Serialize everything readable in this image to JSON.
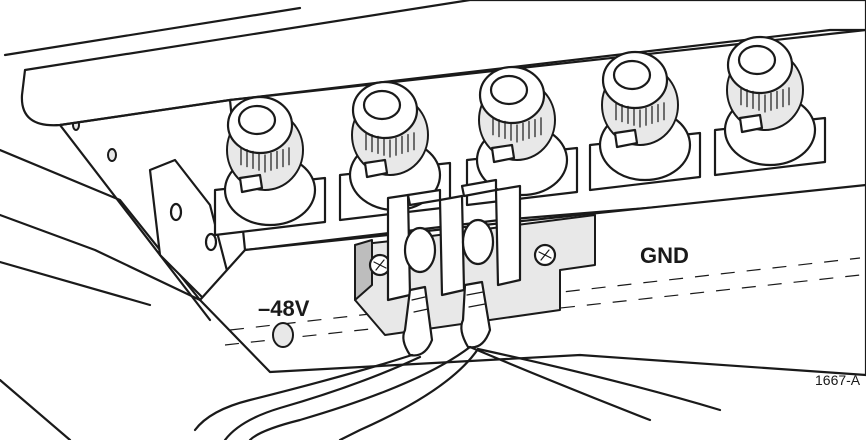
{
  "labels": {
    "neg48v": "–48V",
    "gnd": "GND",
    "figure_id": "1667-A"
  },
  "connectors": [
    {
      "id": "connector-1"
    },
    {
      "id": "connector-2"
    },
    {
      "id": "connector-3"
    },
    {
      "id": "connector-4"
    },
    {
      "id": "connector-5"
    }
  ]
}
